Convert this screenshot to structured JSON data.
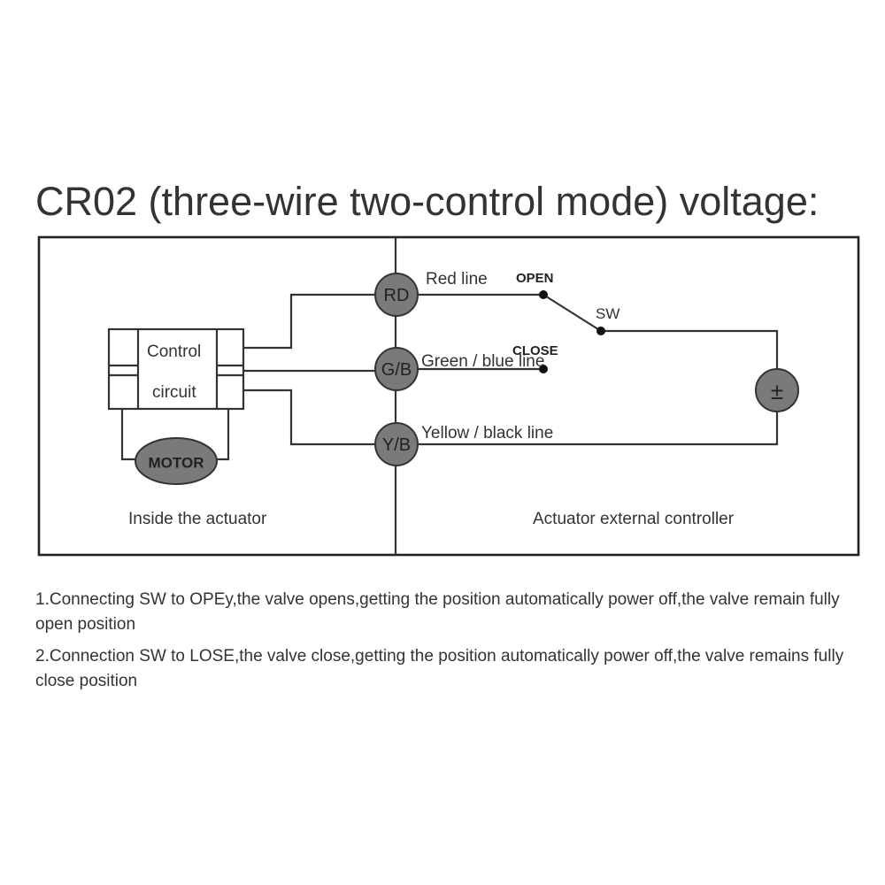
{
  "title": "CR02 (three-wire two-control mode) voltage:",
  "diagram": {
    "control_box": {
      "line1": "Control",
      "line2": "circuit"
    },
    "motor": "MOTOR",
    "terminals": {
      "rd": "RD",
      "gb": "G/B",
      "yb": "Y/B"
    },
    "wires": {
      "red": "Red line",
      "green_blue": "Green / blue line",
      "yellow_black": "Yellow / black line"
    },
    "switch": {
      "open": "OPEN",
      "close": "CLOSE",
      "sw": "SW"
    },
    "power_symbol": "±",
    "sections": {
      "inside": "Inside the actuator",
      "external": "Actuator external controller"
    }
  },
  "notes": [
    "1.Connecting SW to OPEy,the valve opens,getting the position automatically power off,the valve remain fully open position",
    "2.Connection SW to LOSE,the valve close,getting the position automatically power off,the valve remains fully close position"
  ]
}
